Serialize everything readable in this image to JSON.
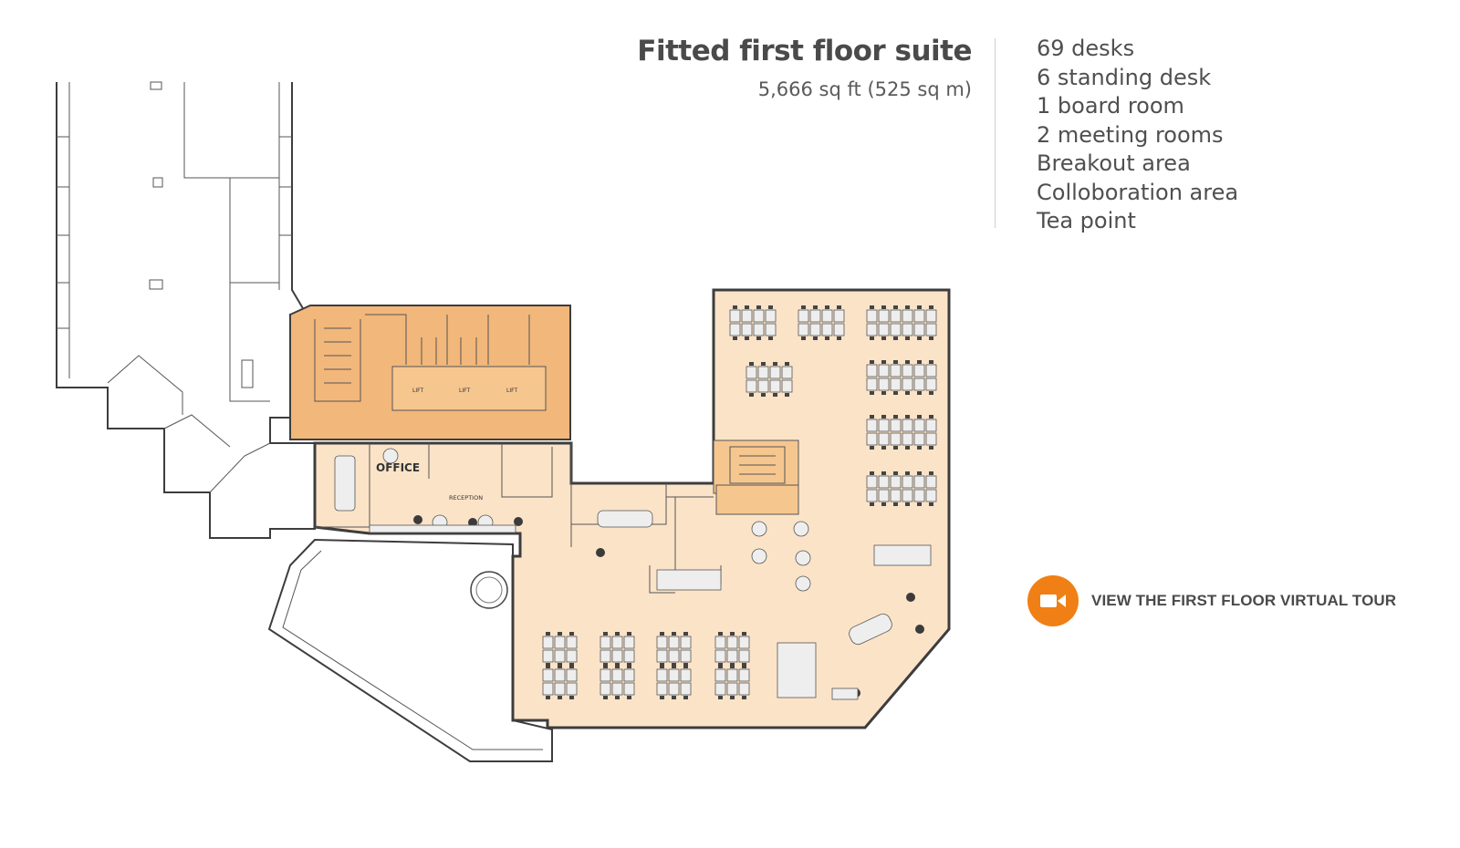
{
  "header": {
    "title": "Fitted first floor suite",
    "area": "5,666 sq ft (525 sq m)"
  },
  "features": [
    "69 desks",
    "6 standing desk",
    "1 board room",
    "2 meeting rooms",
    "Breakout area",
    "Colloboration area",
    "Tea point"
  ],
  "tour": {
    "label": "VIEW THE FIRST FLOOR VIRTUAL TOUR",
    "icon": "video-camera-icon"
  },
  "plan": {
    "labels": {
      "office": "OFFICE",
      "reception": "RECEPTION",
      "lift": "LIFT"
    }
  },
  "colors": {
    "floor": "#fbe3c8",
    "core": "#f2b77a",
    "core_light": "#f6c68f",
    "accent": "#f07f15",
    "text": "#4a4a4a"
  }
}
